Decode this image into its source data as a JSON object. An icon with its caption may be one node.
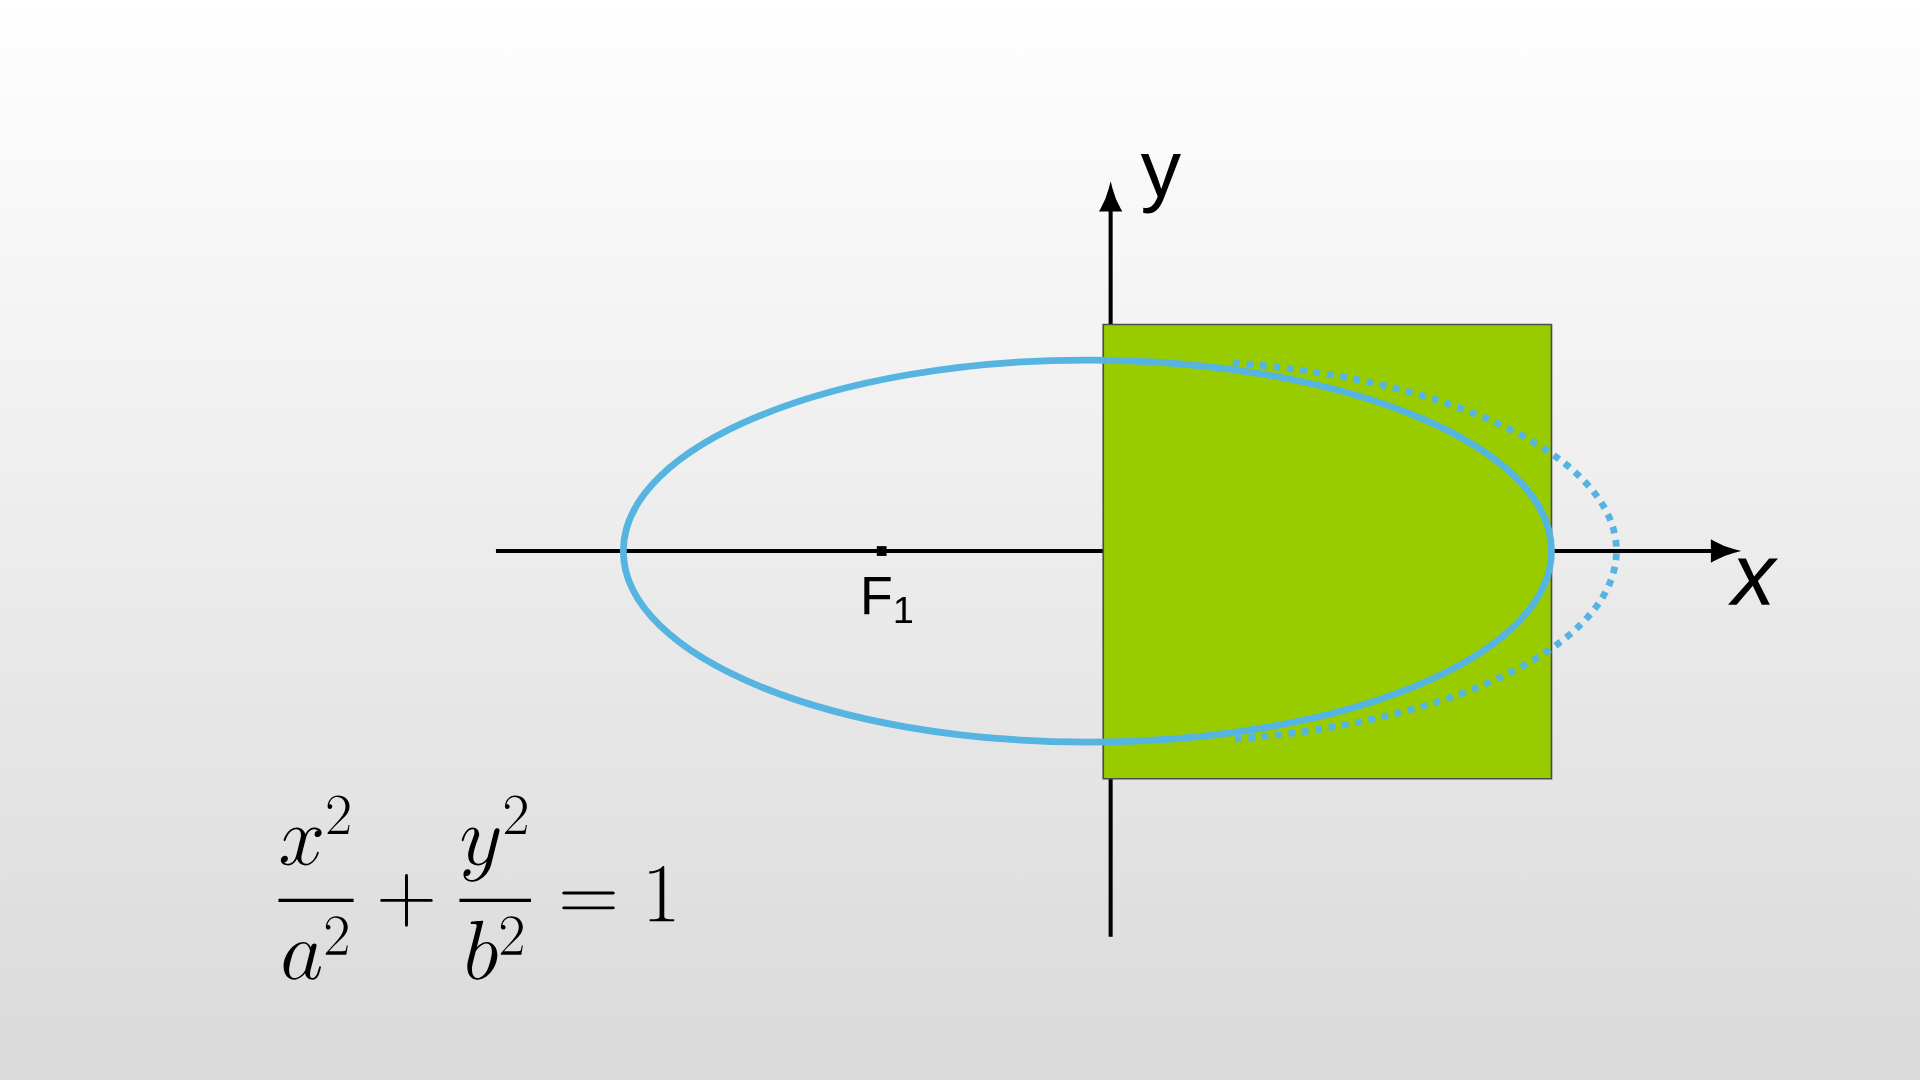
{
  "diagram": {
    "labels": [
      "y",
      "x",
      "F$_{1}$",
      "\\frac{x^{2}}{a^{2}} + \\frac{y^{2}}{b^{2}} = 1"
    ]
  }
}
